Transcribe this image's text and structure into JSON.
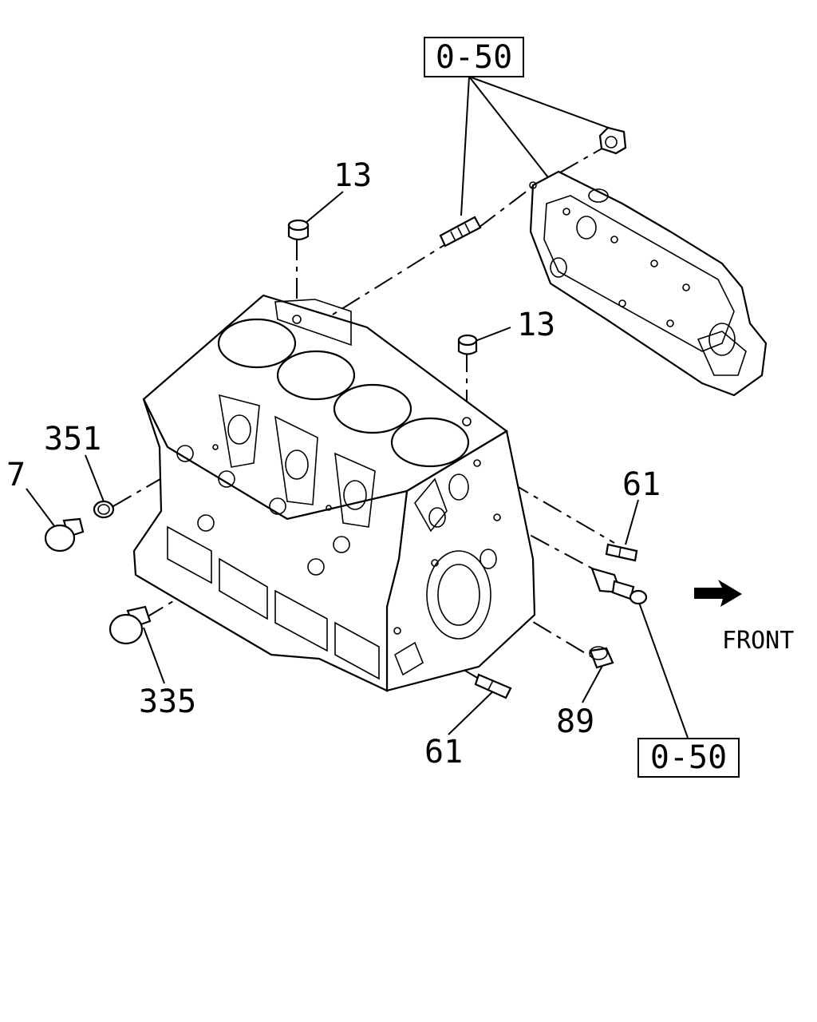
{
  "diagram": {
    "callouts": [
      {
        "id": "ref-top",
        "text": "0-50",
        "boxed": true
      },
      {
        "id": "ref-bottom",
        "text": "0-50",
        "boxed": true
      },
      {
        "id": "c13a",
        "text": "13"
      },
      {
        "id": "c13b",
        "text": "13"
      },
      {
        "id": "c351",
        "text": "351"
      },
      {
        "id": "c7",
        "text": "7"
      },
      {
        "id": "c61a",
        "text": "61"
      },
      {
        "id": "c61b",
        "text": "61"
      },
      {
        "id": "c335",
        "text": "335"
      },
      {
        "id": "c89",
        "text": "89"
      }
    ],
    "direction_label": "FRONT"
  }
}
